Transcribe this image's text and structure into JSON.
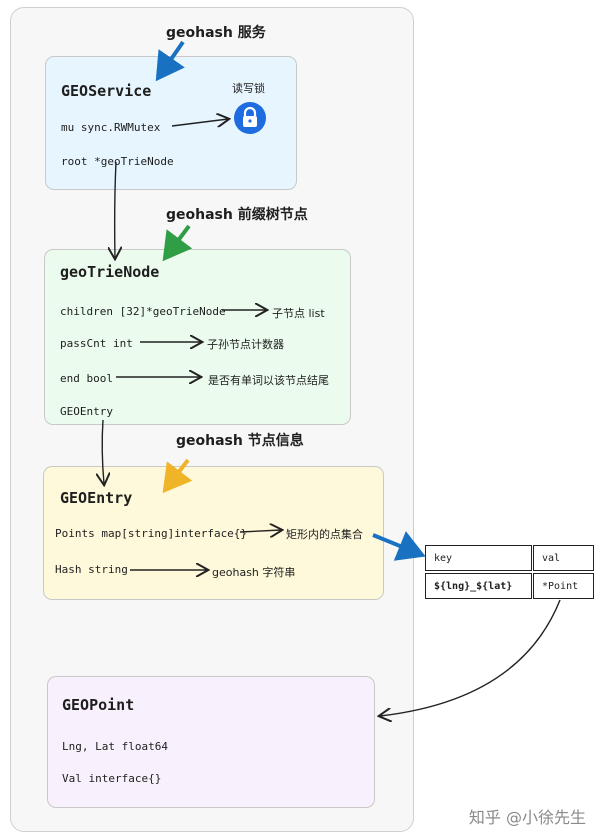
{
  "callouts": {
    "service": "geohash 服务",
    "trie": "geohash 前缀树节点",
    "entry": "geohash 节点信息"
  },
  "geoservice": {
    "title": "GEOService",
    "fields": [
      "mu  sync.RWMutex",
      "root  *geoTrieNode"
    ],
    "lock_label": "读写锁"
  },
  "trienode": {
    "title": "geoTrieNode",
    "fields": [
      "children  [32]*geoTrieNode",
      "passCnt  int",
      "end  bool",
      "GEOEntry"
    ],
    "notes": [
      "子节点 list",
      "子孙节点计数器",
      "是否有单词以该节点结尾"
    ]
  },
  "geoentry": {
    "title": "GEOEntry",
    "fields": [
      "Points  map[string]interface{}",
      "Hash  string"
    ],
    "notes": [
      "矩形内的点集合",
      "geohash 字符串"
    ]
  },
  "map_table": {
    "headers": [
      "key",
      "val"
    ],
    "row": [
      "${lng}_${lat}",
      "*Point"
    ]
  },
  "geopoint": {
    "title": "GEOPoint",
    "fields": [
      "Lng, Lat float64",
      "Val  interface{}"
    ]
  },
  "watermark": "知乎 @小徐先生",
  "colors": {
    "service_bg": "#e7f5ff",
    "trie_bg": "#ebfbee",
    "entry_bg": "#fff9db",
    "point_bg": "#f8f0fc",
    "lock_icon": "#1f6ce0",
    "arrow_blue": "#1971c2",
    "arrow_green": "#2f9e44",
    "arrow_yellow": "#f0b429"
  },
  "icons": [
    "lock-icon"
  ]
}
